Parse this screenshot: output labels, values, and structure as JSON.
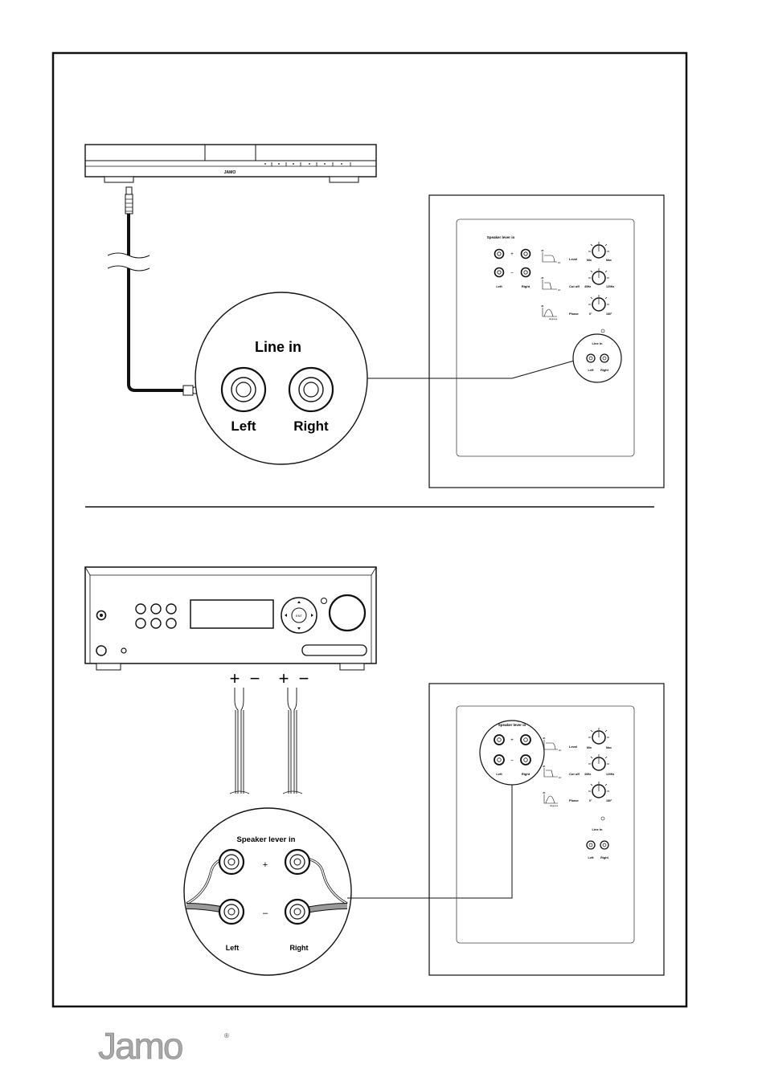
{
  "device1": {
    "logo": "JAMO"
  },
  "zoom_line_in": {
    "title": "Line in",
    "left": "Left",
    "right": "Right"
  },
  "zoom_speaker": {
    "title": "Speaker lever in",
    "plus": "+",
    "minus": "–",
    "left": "Left",
    "right": "Right"
  },
  "panel": {
    "speaker_lever_in": "Speaker lever in",
    "plus": "+",
    "minus": "–",
    "left": "Left",
    "right": "Right",
    "level": "Level",
    "level_min": "Min",
    "level_max": "Max",
    "cutoff": "Cut off",
    "cutoff_low": "40Hz",
    "cutoff_high": "120Hz",
    "phase": "Phase",
    "phase_low": "0°",
    "phase_high": "180°",
    "degrees": "degrees",
    "db": "dB",
    "hz": "Hz",
    "line_in": "Line In",
    "line_left": "Left",
    "line_right": "Right"
  },
  "amp": {
    "plus": "+",
    "minus": "−",
    "enter": "ENT"
  },
  "brand": {
    "name": "Jamo",
    "registered": "®"
  },
  "colors": {
    "ink": "#111111",
    "gray": "#9a9a9a",
    "logo": "#a8a8a8"
  }
}
